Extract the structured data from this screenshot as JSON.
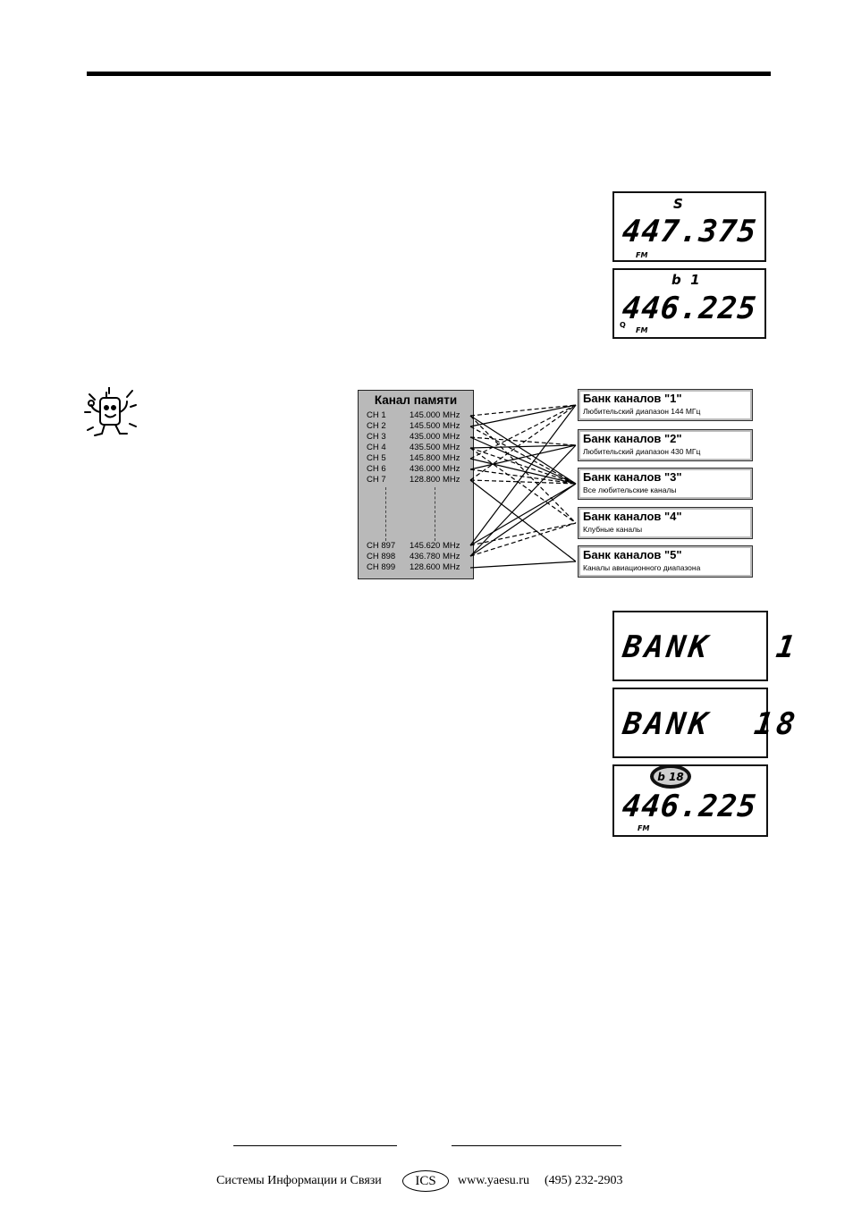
{
  "displays_top": [
    {
      "top_label": "S",
      "frequency": "447.375",
      "mode": "FM",
      "memory_flag": ""
    },
    {
      "top_label": "b  1",
      "frequency": "446.225",
      "mode": "FM",
      "memory_flag": "Q"
    }
  ],
  "diagram": {
    "memory": {
      "title": "Канал памяти",
      "channels": [
        {
          "ch": "CH 1",
          "freq": "145.000 MHz"
        },
        {
          "ch": "CH 2",
          "freq": "145.500 MHz"
        },
        {
          "ch": "CH 3",
          "freq": "435.000 MHz"
        },
        {
          "ch": "CH 4",
          "freq": "435.500 MHz"
        },
        {
          "ch": "CH 5",
          "freq": "145.800 MHz"
        },
        {
          "ch": "CH 6",
          "freq": "436.000 MHz"
        },
        {
          "ch": "CH 7",
          "freq": "128.800 MHz"
        },
        {
          "ch": "CH 897",
          "freq": "145.620 MHz"
        },
        {
          "ch": "CH 898",
          "freq": "436.780 MHz"
        },
        {
          "ch": "CH 899",
          "freq": "128.600 MHz"
        }
      ]
    },
    "banks": [
      {
        "title": "Банк каналов \"1\"",
        "subtitle": "Любительский диапазон 144 МГц"
      },
      {
        "title": "Банк каналов \"2\"",
        "subtitle": "Любительский диапазон 430 МГц"
      },
      {
        "title": "Банк каналов \"3\"",
        "subtitle": "Все любительские каналы"
      },
      {
        "title": "Банк каналов \"4\"",
        "subtitle": "Клубные каналы"
      },
      {
        "title": "Банк каналов \"5\"",
        "subtitle": "Каналы авиационного диапазона"
      }
    ]
  },
  "displays_bottom": {
    "bank1": "BANK   1",
    "bank18": "BANK  18",
    "oval_label": "b 18",
    "frequency": "446.225",
    "mode": "FM"
  },
  "footer": {
    "company": "Системы Информации и Связи",
    "logo": "ICS",
    "website": "www.yaesu.ru",
    "phone": "(495) 232-2903"
  }
}
